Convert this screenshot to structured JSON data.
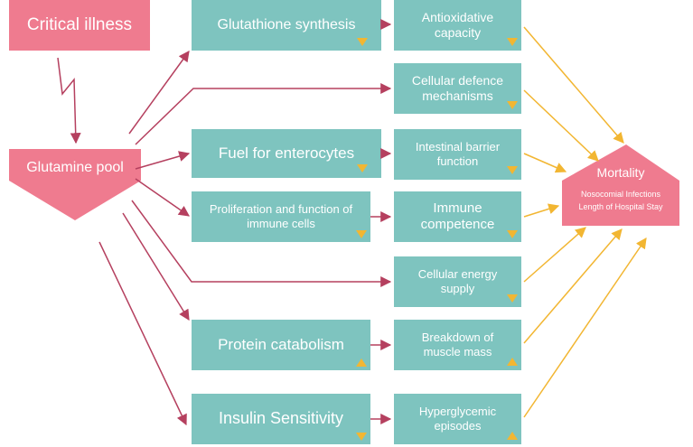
{
  "nodes": {
    "critical_illness": "Critical illness",
    "glutamine_pool": "Glutamine pool",
    "glutathione_synthesis": "Glutathione synthesis",
    "antioxidative_capacity": "Antioxidative capacity",
    "cellular_defence": "Cellular defence mechanisms",
    "fuel_enterocytes": "Fuel for enterocytes",
    "intestinal_barrier": "Intestinal barrier function",
    "proliferation_immune": "Proliferation and function of immune cells",
    "immune_competence": "Immune competence",
    "cellular_energy": "Cellular energy supply",
    "protein_catabolism": "Protein catabolism",
    "muscle_breakdown": "Breakdown of muscle mass",
    "insulin_sensitivity": "Insulin Sensitivity",
    "hyperglycemic": "Hyperglycemic episodes"
  },
  "mortality": {
    "title": "Mortality",
    "line1": "Nosocomial Infections",
    "line2": "Length of Hospital Stay"
  },
  "colors": {
    "pink": "#ef7b8f",
    "teal": "#7ec4bf",
    "yellow": "#f2b632",
    "arrow": "#b5405f"
  }
}
